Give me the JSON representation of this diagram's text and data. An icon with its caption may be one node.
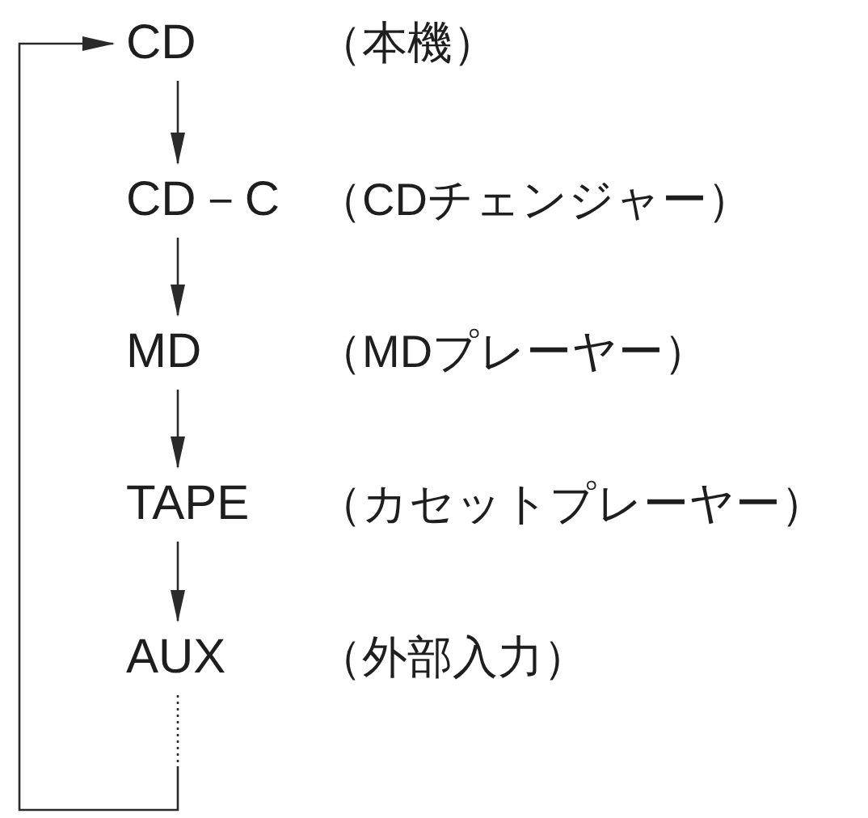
{
  "diagram": {
    "nodes": [
      {
        "text": [
          "CD"
        ],
        "beside": [
          "（本機）"
        ]
      },
      {
        "text": [
          "CD－C"
        ],
        "beside": [
          "（CDチェンジャー）"
        ]
      },
      {
        "text": [
          "MD"
        ],
        "beside": [
          "（MDプレーヤー）"
        ]
      },
      {
        "text": [
          "TAPE"
        ],
        "beside": [
          "（カセットプレーヤー）"
        ]
      },
      {
        "text": [
          "AUX"
        ],
        "beside": [
          "（外部入力）"
        ]
      }
    ],
    "edges": [
      {
        "from": 0,
        "to": 1,
        "arrow": "to"
      },
      {
        "from": 1,
        "to": 2,
        "arrow": "to"
      },
      {
        "from": 2,
        "to": 3,
        "arrow": "to"
      },
      {
        "from": 3,
        "to": 4,
        "arrow": "to"
      },
      {
        "from": 4,
        "to": 0,
        "arrow": "to",
        "style": "dashed"
      }
    ]
  }
}
